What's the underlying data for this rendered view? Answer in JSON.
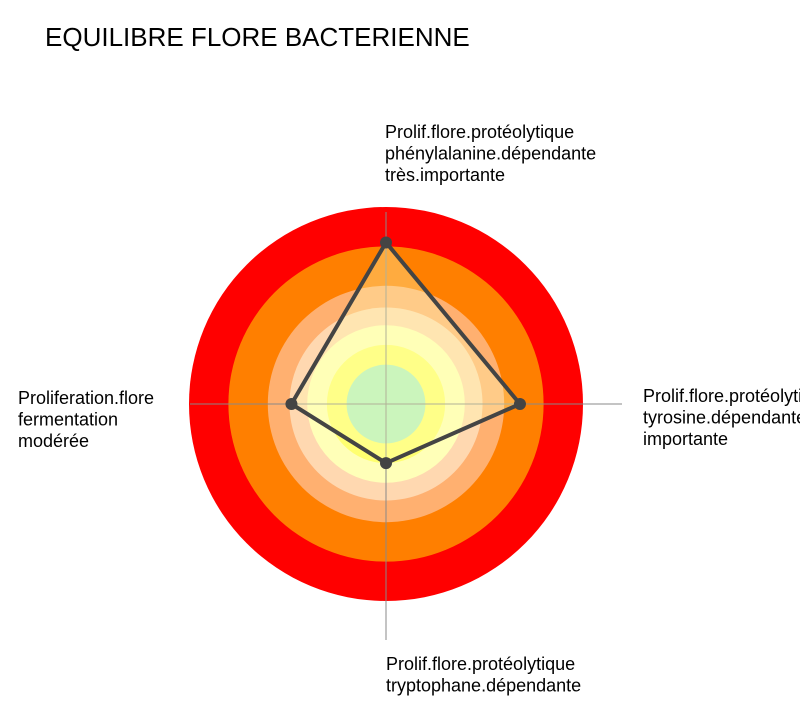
{
  "chart_data": {
    "type": "radar",
    "title": "EQUILIBRE FLORE BACTERIENNE",
    "axes": [
      {
        "name": "top",
        "lines": [
          "Prolif.flore.protéolytique",
          "phénylalanine.dépendante",
          "très.importante"
        ]
      },
      {
        "name": "right",
        "lines": [
          "Prolif.flore.protéolytique",
          "tyrosine.dépendante",
          "importante"
        ]
      },
      {
        "name": "bottom",
        "lines": [
          "Prolif.flore.protéolytique",
          "tryptophane.dépendante"
        ]
      },
      {
        "name": "left",
        "lines": [
          "Proliferation.flore",
          "fermentation",
          "modérée"
        ]
      }
    ],
    "series": [
      {
        "values": [
          4.1,
          3.4,
          1.5,
          2.4
        ]
      }
    ],
    "range": [
      0,
      5
    ],
    "zones": [
      {
        "level": 5,
        "color": "#ff0000"
      },
      {
        "level": 4,
        "color": "#ff7f00"
      },
      {
        "level": 3,
        "color": "#ffb070"
      },
      {
        "level": 2,
        "color": "#ffd8b0"
      },
      {
        "level": 1.5,
        "color": "#ffffb8"
      },
      {
        "level": 1,
        "color": "#b0f0c0"
      }
    ],
    "inner_zone_colors": {
      "level_2": "#ffffb8",
      "level_1_5": "#ffff70"
    },
    "polygon_color": "#444444",
    "polygon_fill": "rgba(255,255,180,0.35)",
    "axis_color": "#888888"
  }
}
